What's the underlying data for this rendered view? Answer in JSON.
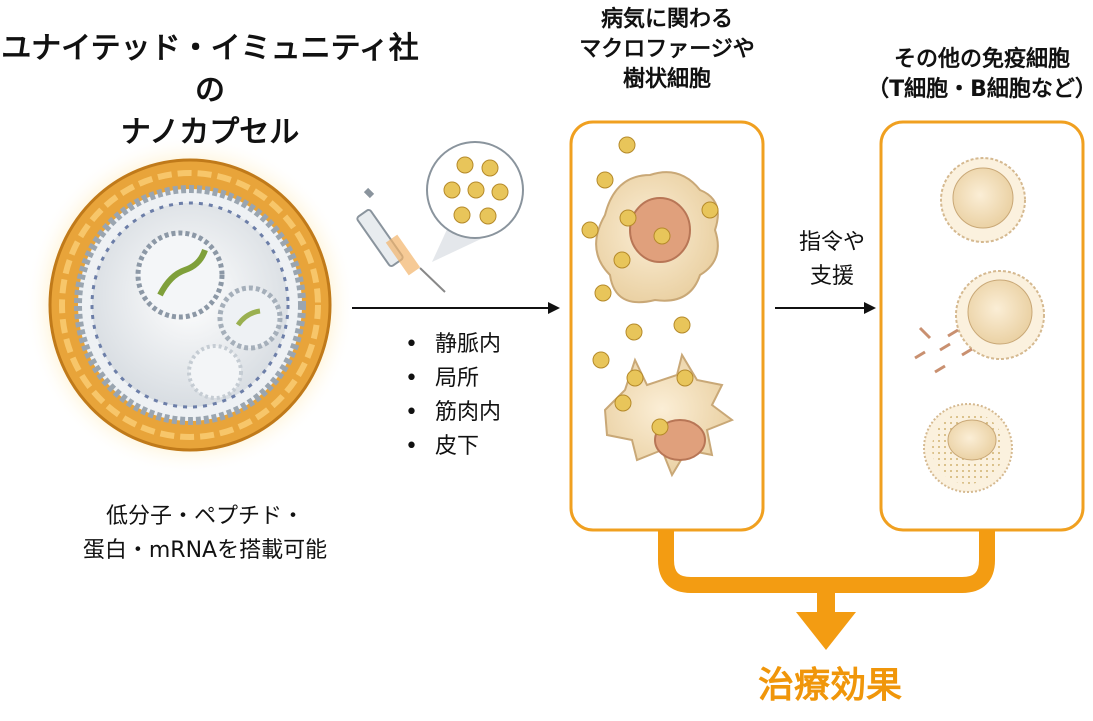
{
  "title": {
    "line1": "ユナイテッド・イミュニティ社の",
    "line2": "ナノカプセル"
  },
  "caption": {
    "line1": "低分子・ペプチド・",
    "line2": "蛋白・mRNAを搭載可能"
  },
  "routes": [
    "静脈内",
    "局所",
    "筋肉内",
    "皮下"
  ],
  "box1": {
    "line1": "病気に関わる",
    "line2": "マクロファージや",
    "line3": "樹状細胞"
  },
  "box2": {
    "line1": "その他の免疫細胞",
    "line2": "（T細胞・B細胞など）"
  },
  "support": {
    "line1": "指令や",
    "line2": "支援"
  },
  "result": "治療効果",
  "colors": {
    "accent": "#f0960a",
    "box_border": "#f0a020",
    "particle": "#e8c55a",
    "cell": "#f5e3c0"
  }
}
